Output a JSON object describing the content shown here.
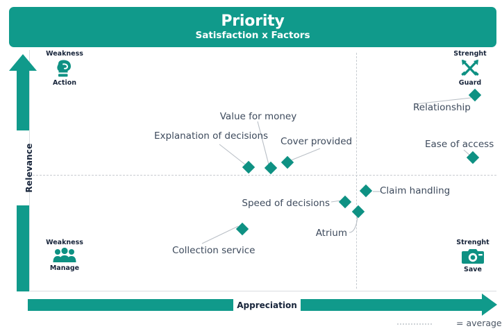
{
  "header": {
    "title": "Priority",
    "subtitle": "Satisfaction x Factors"
  },
  "axes": {
    "x_label": "Appreciation",
    "y_label": "Relevance"
  },
  "legend": {
    "sample_name": "dotted-line",
    "text": "= average"
  },
  "quadrants": [
    {
      "id": "top-left",
      "top_label": "Weakness",
      "bottom_label": "Action",
      "icon": "boxing-glove-icon"
    },
    {
      "id": "top-right",
      "top_label": "Strenght",
      "bottom_label": "Guard",
      "icon": "crossed-swords-icon"
    },
    {
      "id": "bottom-left",
      "top_label": "Weakness",
      "bottom_label": "Manage",
      "icon": "people-group-icon"
    },
    {
      "id": "bottom-right",
      "top_label": "Strenght",
      "bottom_label": "Save",
      "icon": "camera-icon"
    }
  ],
  "colors": {
    "brand_teal": "#109A8B",
    "marker_teal": "#0E9183",
    "label_text": "#3d4a5c",
    "guide_gray": "#c7ccd1"
  },
  "chart_data": {
    "type": "scatter",
    "title": "Priority",
    "subtitle": "Satisfaction x Factors",
    "xlabel": "Appreciation",
    "ylabel": "Relevance",
    "grid": false,
    "legend_position": "bottom-right",
    "average_lines": {
      "x": 0.7,
      "y": 0.52
    },
    "annotations": [
      "Weakness / Action",
      "Strenght / Guard",
      "Weakness / Manage",
      "Strenght / Save"
    ],
    "points": [
      {
        "name": "Relationship",
        "x": 0.954,
        "y": 0.814
      },
      {
        "name": "Ease of access",
        "x": 0.949,
        "y": 0.555
      },
      {
        "name": "Cover provided",
        "x": 0.553,
        "y": 0.534
      },
      {
        "name": "Value for money",
        "x": 0.517,
        "y": 0.511
      },
      {
        "name": "Explanation of decisions",
        "x": 0.469,
        "y": 0.508
      },
      {
        "name": "Claim handling",
        "x": 0.72,
        "y": 0.417
      },
      {
        "name": "Speed of decisions",
        "x": 0.676,
        "y": 0.371
      },
      {
        "name": "Atrium",
        "x": 0.704,
        "y": 0.33
      },
      {
        "name": "Collection service",
        "x": 0.456,
        "y": 0.259
      }
    ]
  }
}
